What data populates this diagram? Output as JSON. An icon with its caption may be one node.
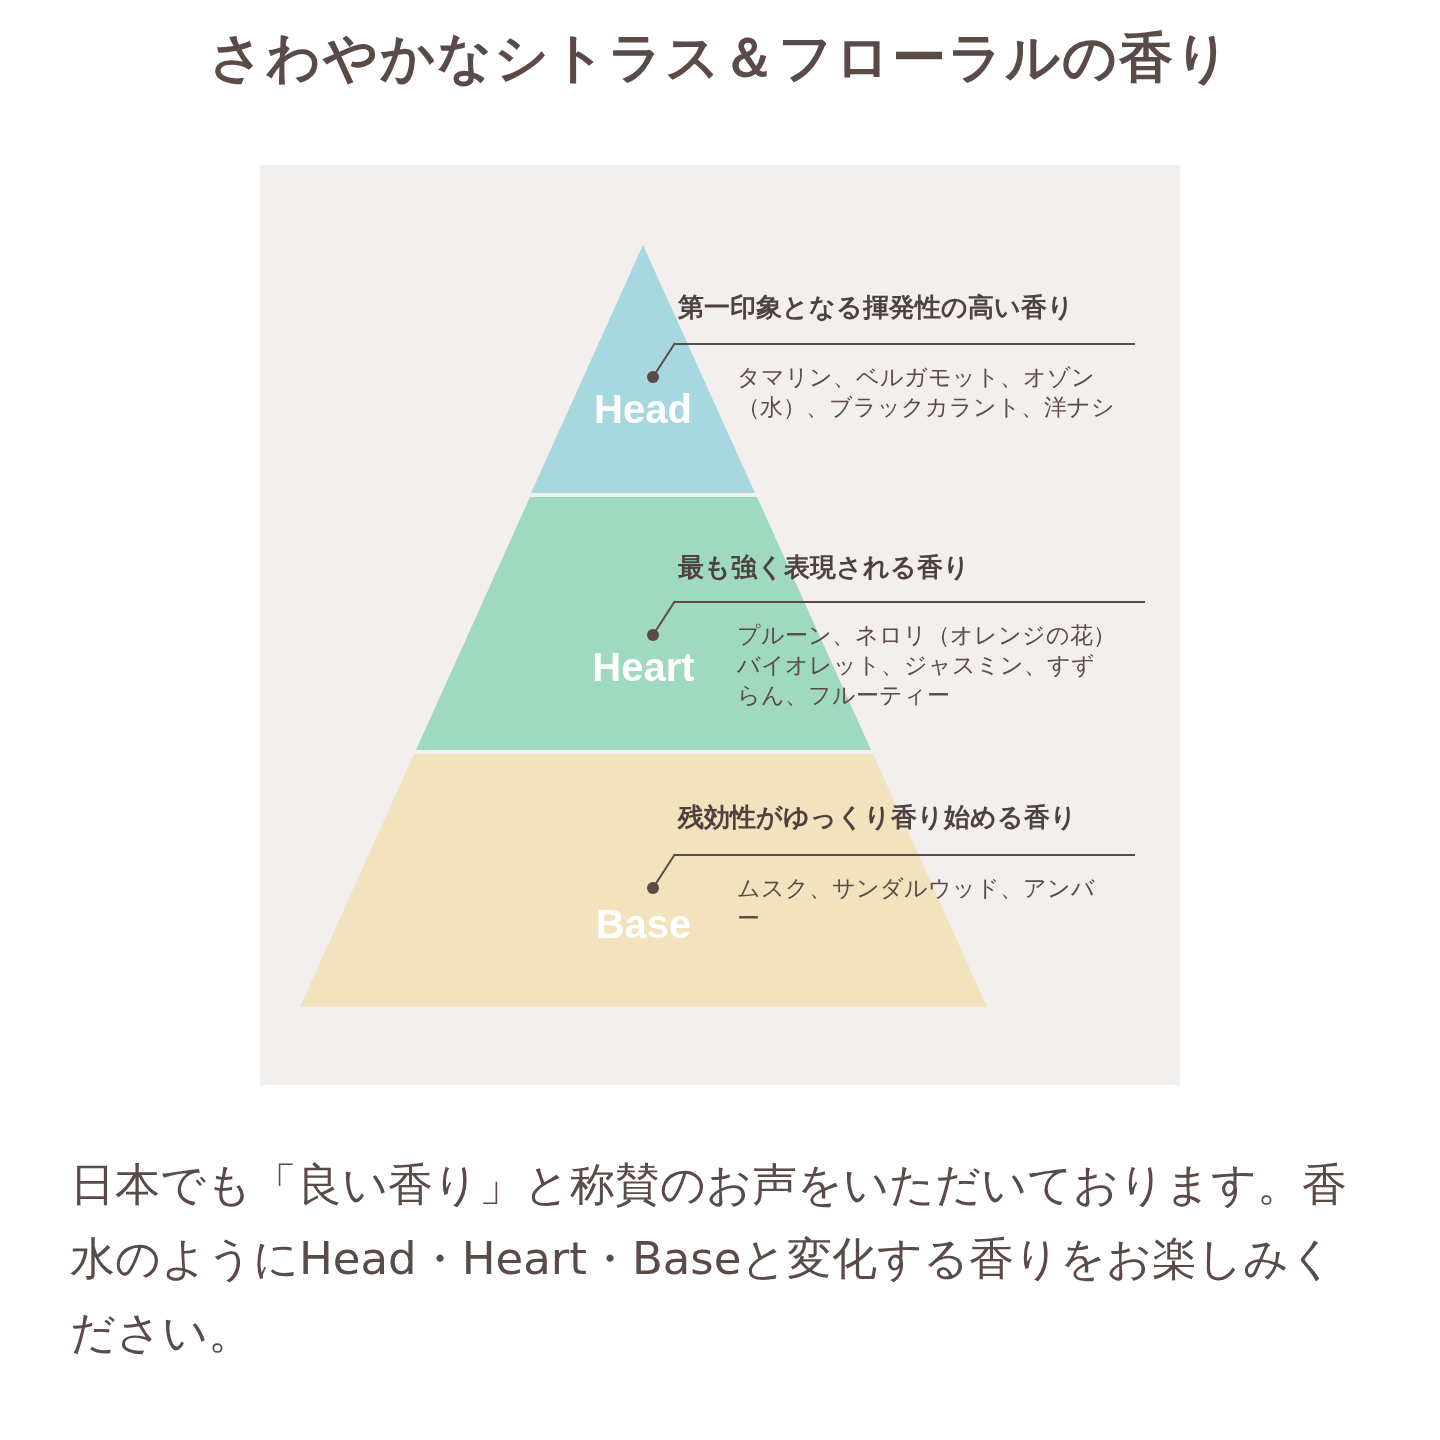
{
  "diagram": {
    "title": "さわやかなシトラス＆フローラルの香り",
    "nodes": [
      {
        "text": [
          "Head"
        ]
      },
      {
        "text": [
          "Heart"
        ]
      },
      {
        "text": [
          "Base"
        ]
      },
      {
        "text": [
          "第一印象となる揮発性の高い香り",
          "タマリン、ベルガモット、オゾン（水）、ブラックカラント、洋ナシ"
        ]
      },
      {
        "text": [
          "最も強く表現される香り",
          "プルーン、ネロリ（オレンジの花）バイオレット、ジャスミン、すずらん、フルーティー"
        ]
      },
      {
        "text": [
          "残効性がゆっくり香り始める香り",
          "ムスク、サンダルウッド、アンバー"
        ]
      }
    ],
    "edges": [
      {
        "from": 3,
        "to": 0,
        "arrow": "other"
      },
      {
        "from": 4,
        "to": 1,
        "arrow": "other"
      },
      {
        "from": 5,
        "to": 2,
        "arrow": "other"
      }
    ],
    "caption": "日本でも「良い香り」と称賛のお声をいただいております。香水のようにHead・Heart・Baseと変化する香りをお楽しみください。"
  }
}
